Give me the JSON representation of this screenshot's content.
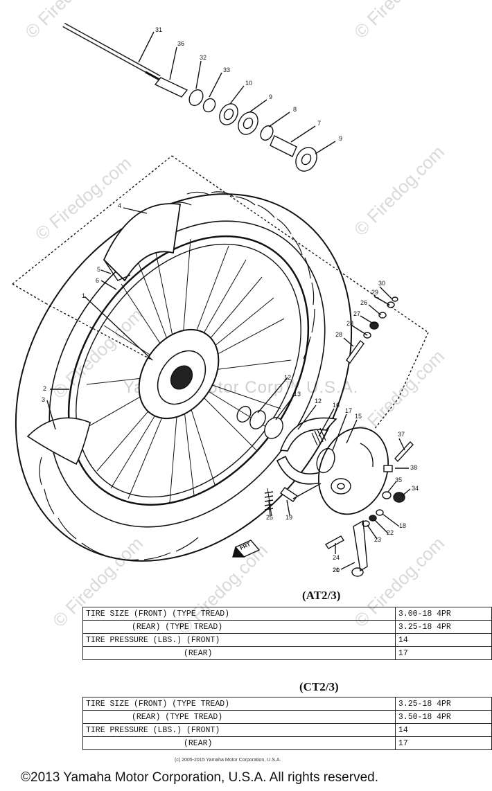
{
  "watermarks": [
    "© Firedog.com",
    "© Firedog.com",
    "© Firedog.com",
    "© Firedog.com",
    "© Firedog.com",
    "© Firedog.com",
    "© Firedog.com",
    "© Firedog.com",
    "© Firedog.com"
  ],
  "center_watermark": "Yamaha Motor Corp™ U.S.A.",
  "part_numbers": [
    "31",
    "36",
    "32",
    "33",
    "10",
    "9",
    "8",
    "7",
    "9",
    "4",
    "5",
    "6",
    "1",
    "2",
    "3",
    "12",
    "13",
    "12",
    "16",
    "17",
    "15",
    "37",
    "38",
    "35",
    "34",
    "30",
    "29",
    "26",
    "27",
    "28",
    "28",
    "25",
    "19",
    "18",
    "22",
    "23",
    "24",
    "21",
    "20"
  ],
  "front_badge": "FRT",
  "models": [
    {
      "label": "(AT2/3)",
      "rows": [
        {
          "key": "TIRE SIZE (FRONT) (TYPE TREAD)",
          "value": "3.00-18  4PR"
        },
        {
          "key": "(REAR) (TYPE TREAD)",
          "value": "3.25-18  4PR"
        },
        {
          "key": "TIRE PRESSURE (LBS.) (FRONT)",
          "value": "14"
        },
        {
          "key": "(REAR)",
          "value": "17"
        }
      ]
    },
    {
      "label": "(CT2/3)",
      "rows": [
        {
          "key": "TIRE SIZE (FRONT) (TYPE TREAD)",
          "value": "3.25-18  4PR"
        },
        {
          "key": "(REAR) (TYPE TREAD)",
          "value": "3.50-18  4PR"
        },
        {
          "key": "TIRE PRESSURE (LBS.) (FRONT)",
          "value": "14"
        },
        {
          "key": "(REAR)",
          "value": "17"
        }
      ]
    }
  ],
  "small_copyright": "(c) 2005-2015 Yamaha Motor Corporation, U.S.A.",
  "footer": "©2013 Yamaha Motor Corporation, U.S.A. All rights reserved."
}
